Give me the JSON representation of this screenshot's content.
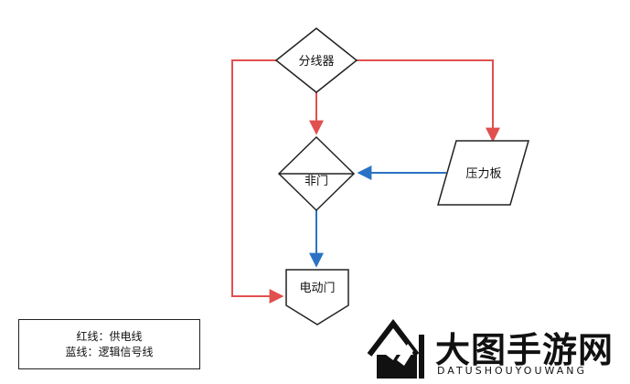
{
  "nodes": {
    "splitter": "分线器",
    "not_gate": "非门",
    "pressure_plate": "压力板",
    "electric_door": "电动门"
  },
  "legend": {
    "red_line": "红线：供电线",
    "blue_line": "蓝线：逻辑信号线"
  },
  "watermark": {
    "title": "大图手游网",
    "subtitle": "DATUSHOUYOUWANG"
  },
  "colors": {
    "power_line": "#e0504f",
    "signal_line": "#2a73c4",
    "shape_stroke": "#222222"
  }
}
